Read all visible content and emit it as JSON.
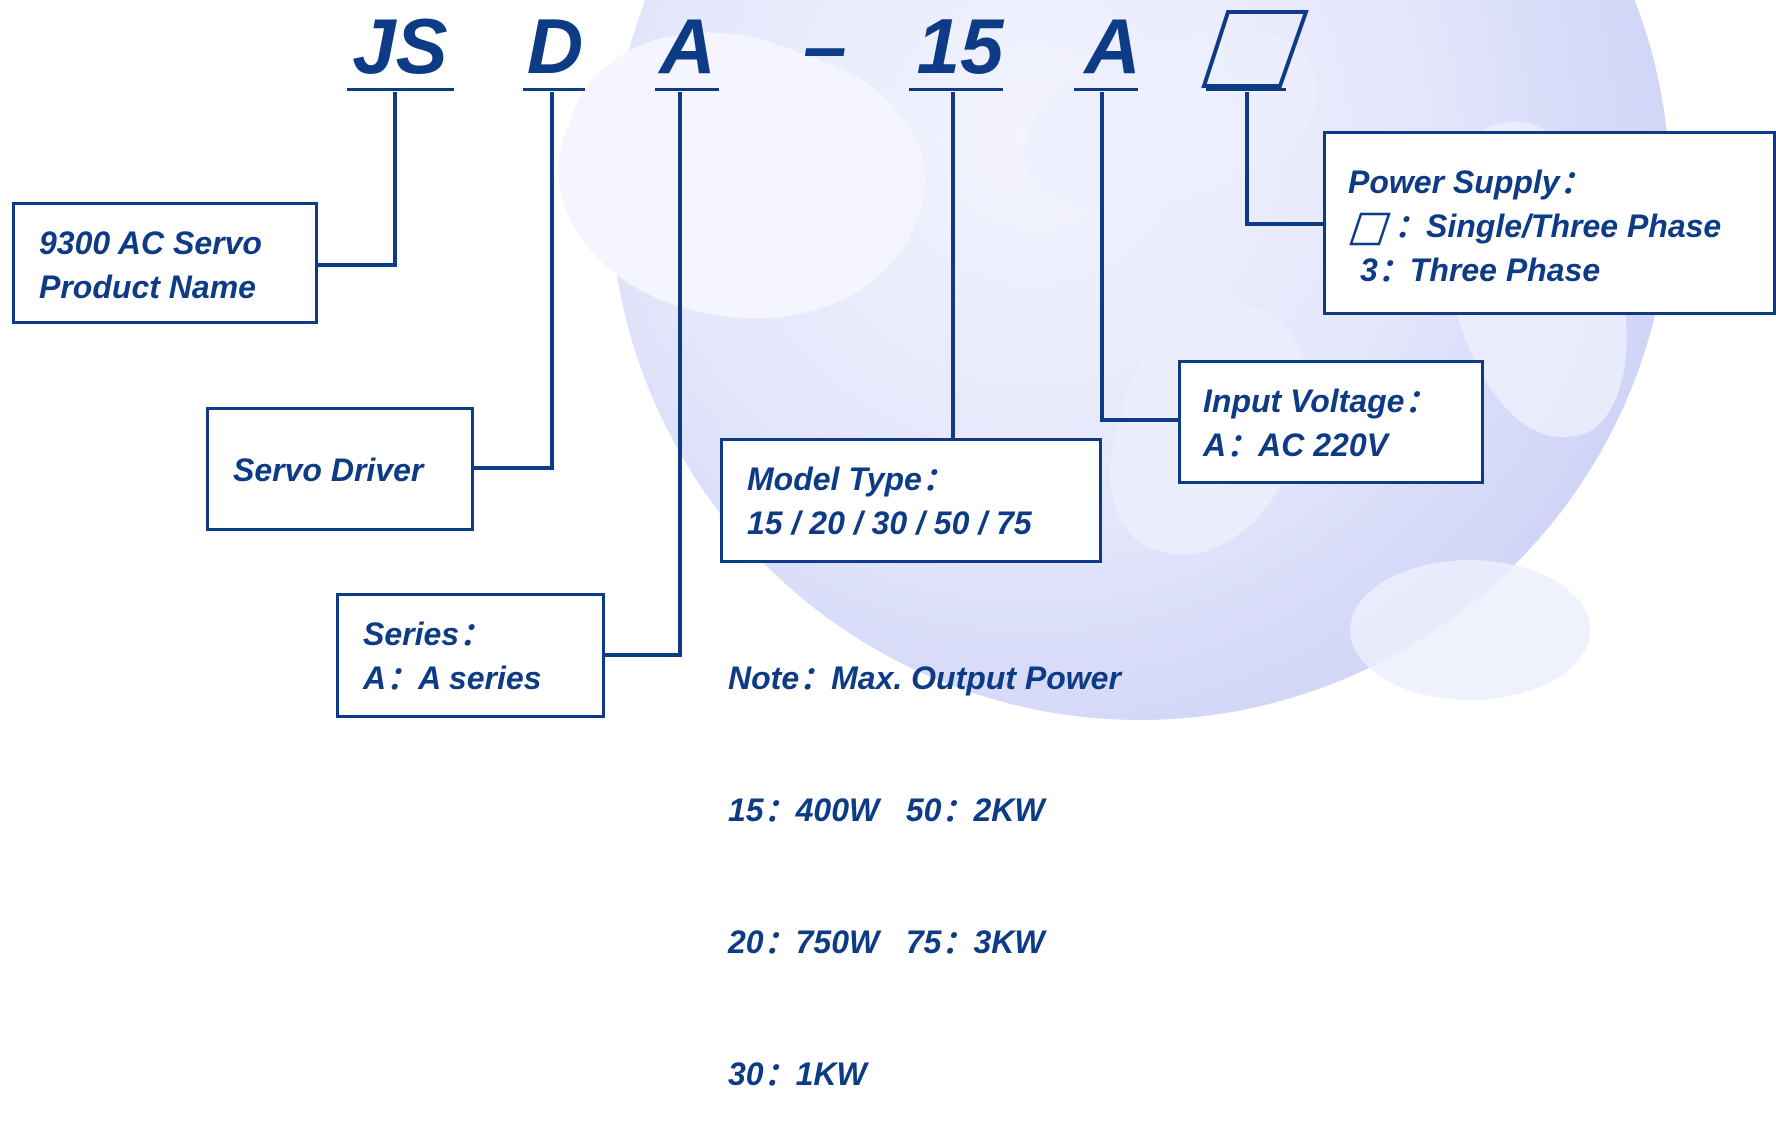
{
  "code": {
    "jsd_js": "JS",
    "jsd_d": "D",
    "jsd_a": "A",
    "dash": "–",
    "model": "15",
    "voltage": "A"
  },
  "boxes": {
    "product": {
      "line1": "9300 AC Servo",
      "line2": "Product Name"
    },
    "driver": {
      "line1": "Servo Driver"
    },
    "series": {
      "line1": "Series：",
      "line2": "A：A series"
    },
    "model_type": {
      "line1": "Model Type：",
      "line2": "15 / 20 / 30 / 50 / 75"
    },
    "input_voltage": {
      "line1": "Input Voltage：",
      "line2": "A：AC 220V"
    },
    "power_supply": {
      "line1": "Power Supply：",
      "line2": "：Single/Three Phase",
      "line3": "3：Three Phase"
    }
  },
  "note": {
    "line1": "Note：Max. Output Power",
    "line2": "15：400W   50：2KW",
    "line3": "20：750W   75：3KW",
    "line4": "30：1KW"
  },
  "colors": {
    "ink": "#0d3b85",
    "globe": "#cdd1f6",
    "background": "#ffffff"
  }
}
